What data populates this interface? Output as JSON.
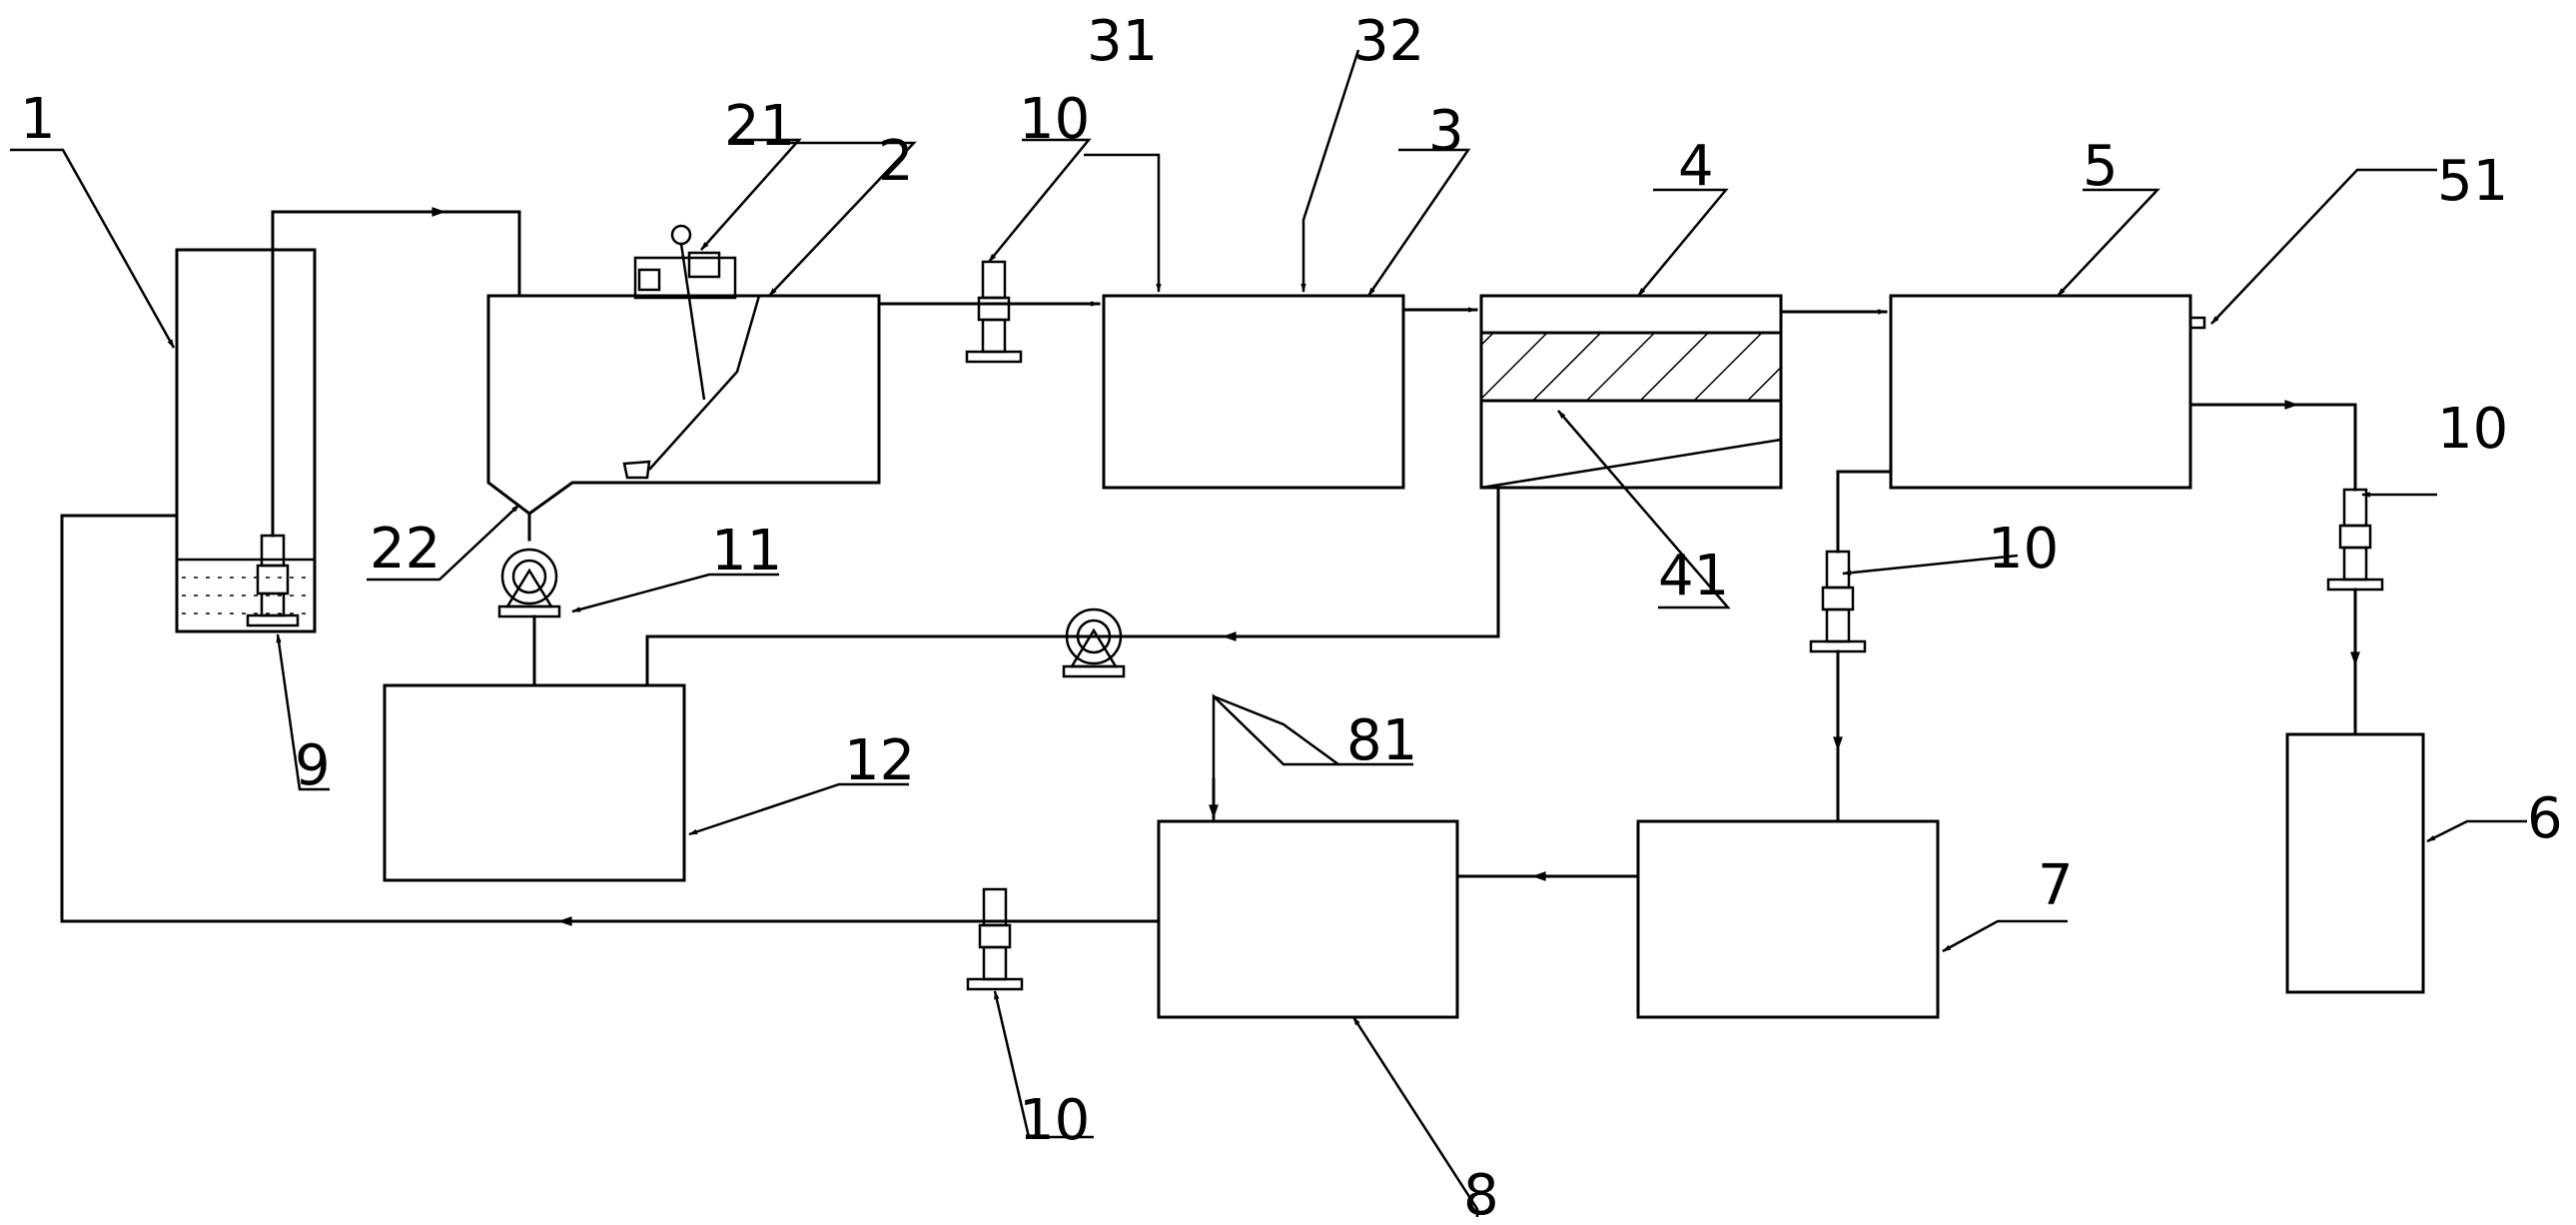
{
  "labels": {
    "l1": "1",
    "l2": "2",
    "l21": "21",
    "l22": "22",
    "l3": "3",
    "l31": "31",
    "l32": "32",
    "l4": "4",
    "l41": "41",
    "l5": "5",
    "l51": "51",
    "l6": "6",
    "l7": "7",
    "l8": "8",
    "l81": "81",
    "l9": "9",
    "l10a": "10",
    "l10b": "10",
    "l10c": "10",
    "l10d": "10",
    "l11": "11",
    "l12": "12"
  }
}
